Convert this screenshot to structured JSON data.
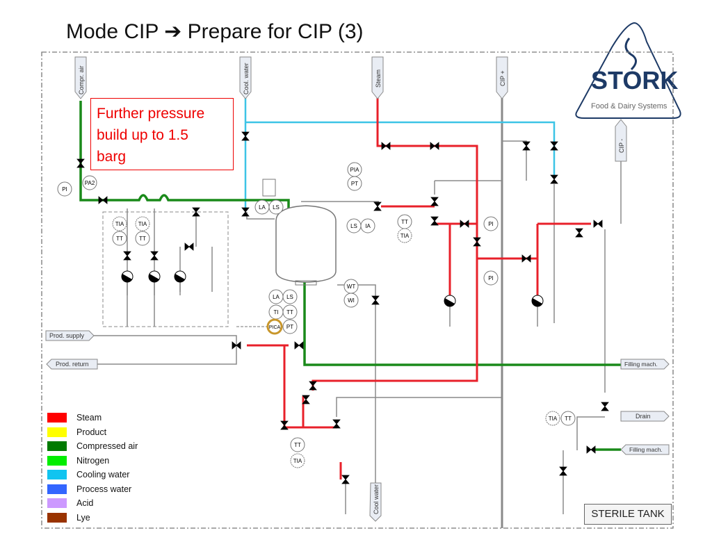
{
  "slide": {
    "title": "Mode CIP ➔ Prepare for CIP (3)",
    "callout": [
      "Further pressure",
      "build up to 1.5",
      "barg"
    ]
  },
  "logo": {
    "name": "STORK",
    "subtitle": "Food & Dairy Systems"
  },
  "tags": {
    "compr_air": "Compr. air",
    "cool_water_top": "Cool. water",
    "steam": "Steam",
    "cip_plus": "CIP +",
    "cip_minus": "CIP -",
    "prod_supply": "Prod. supply",
    "prod_return": "Prod. return",
    "filling_mach_1": "Filling mach.",
    "drain": "Drain",
    "filling_mach_2": "Filling mach.",
    "cool_water_bottom": "Cool water"
  },
  "instruments": [
    "PI",
    "PA2",
    "TIA",
    "TT",
    "TIA",
    "TT",
    "LA",
    "LS",
    "PIA",
    "PT",
    "LS",
    "IA",
    "TT",
    "TIA",
    "PI",
    "PI",
    "LA",
    "LS",
    "TI",
    "TT",
    "PICA",
    "PT",
    "WT",
    "WI",
    "TT",
    "TIA",
    "TIA",
    "TT"
  ],
  "diagram_label": "STERILE TANK",
  "legend": [
    {
      "label": "Steam",
      "color": "#ff0000"
    },
    {
      "label": "Product",
      "color": "#ffff00"
    },
    {
      "label": "Compressed air",
      "color": "#007a00"
    },
    {
      "label": "Nitrogen",
      "color": "#00ee00"
    },
    {
      "label": "Cooling water",
      "color": "#11c4f0"
    },
    {
      "label": "Process water",
      "color": "#3366ff"
    },
    {
      "label": "Acid",
      "color": "#cc99ff"
    },
    {
      "label": "Lye",
      "color": "#993300"
    }
  ],
  "line_colors": {
    "steam": "#e8202a",
    "compressed_air": "#1a8a1a",
    "cooling_water": "#3cc4e6",
    "process": "#888888",
    "highlight": "#c8962a"
  }
}
